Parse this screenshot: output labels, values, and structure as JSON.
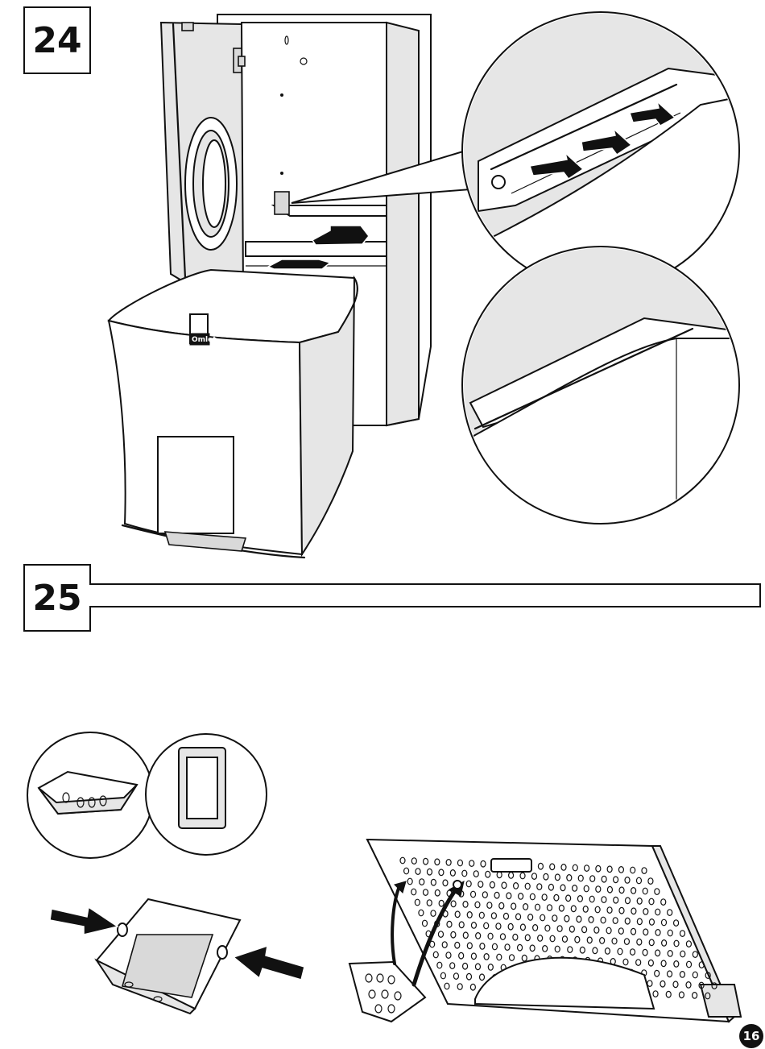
{
  "steps": [
    {
      "number": "24"
    },
    {
      "number": "25"
    }
  ],
  "page_number": "16",
  "brand_label": "Omlet"
}
